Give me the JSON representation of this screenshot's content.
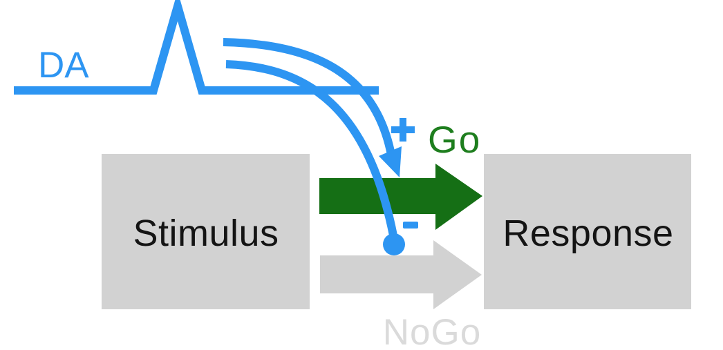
{
  "labels": {
    "da": "DA",
    "go": "Go",
    "nogo": "NoGo",
    "stimulus": "Stimulus",
    "response": "Response",
    "plus": "+",
    "minus": "-"
  },
  "colors": {
    "dopamine_blue": "#2D95F2",
    "go_arrow_green": "#156F15",
    "go_text_green": "#1E7E1E",
    "box_gray": "#D2D2D2",
    "nogo_arrow_gray": "#D2D2D2",
    "nogo_text_gray": "#DADADA",
    "text_black": "#141414",
    "background": "#FFFFFF"
  },
  "icons": {
    "excitatory_arrowhead": "filled-triangle",
    "inhibitory_synapse": "filled-circle",
    "plus_sign": "cross-shape",
    "minus_sign": "bar-shape",
    "dopamine_trace": "spike-line"
  }
}
